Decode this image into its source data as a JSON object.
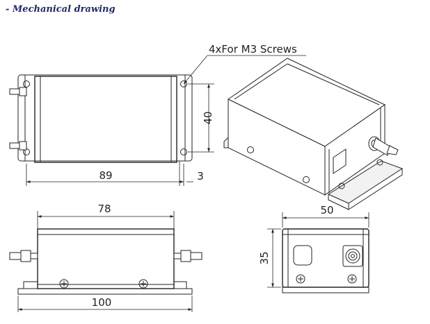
{
  "heading": "- Mechanical drawing",
  "labels": {
    "screws": "4xFor M3 Screws",
    "dim_40": "40",
    "dim_89": "89",
    "dim_3": "3",
    "dim_78": "78",
    "dim_100": "100",
    "dim_50": "50",
    "dim_35": "35"
  }
}
